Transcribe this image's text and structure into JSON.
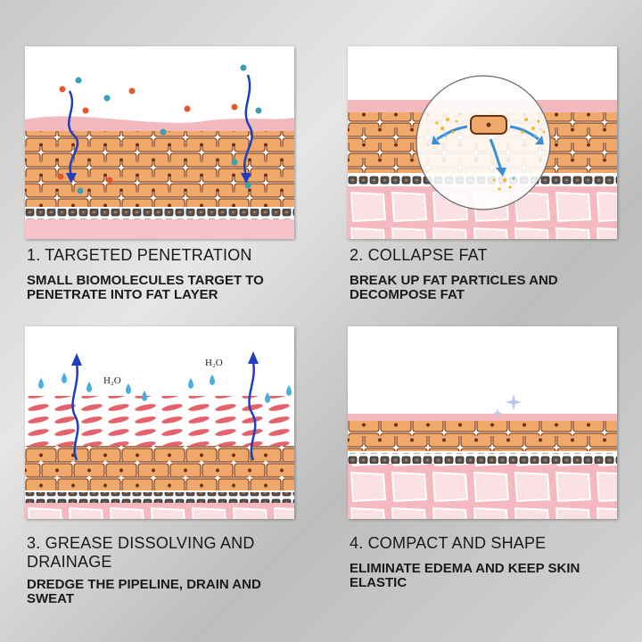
{
  "steps": [
    {
      "title": "1. TARGETED PENETRATION",
      "desc": "SMALL BIOMOLECULES TARGET TO PENETRATE INTO FAT LAYER"
    },
    {
      "title": "2. COLLAPSE FAT",
      "desc": "BREAK UP FAT PARTICLES AND DECOMPOSE FAT"
    },
    {
      "title": "3. GREASE DISSOLVING AND DRAINAGE",
      "desc": "DREDGE THE PIPELINE, DRAIN AND SWEAT"
    },
    {
      "title": "4. COMPACT AND SHAPE",
      "desc": "ELIMINATE EDEMA AND KEEP SKIN ELASTIC"
    }
  ],
  "labels": {
    "water_1": "H₂O",
    "water_2": "H₂O"
  },
  "colors": {
    "skin_top": "#f2b9bf",
    "cell_fill": "#f0a96b",
    "cell_stroke": "#8a4a25",
    "tissue": "#f6c3c8",
    "arrow": "#1f3fbf",
    "molecule_orange": "#e8562c",
    "molecule_blue": "#3b9fb3",
    "droplet": "#4aaee0"
  }
}
